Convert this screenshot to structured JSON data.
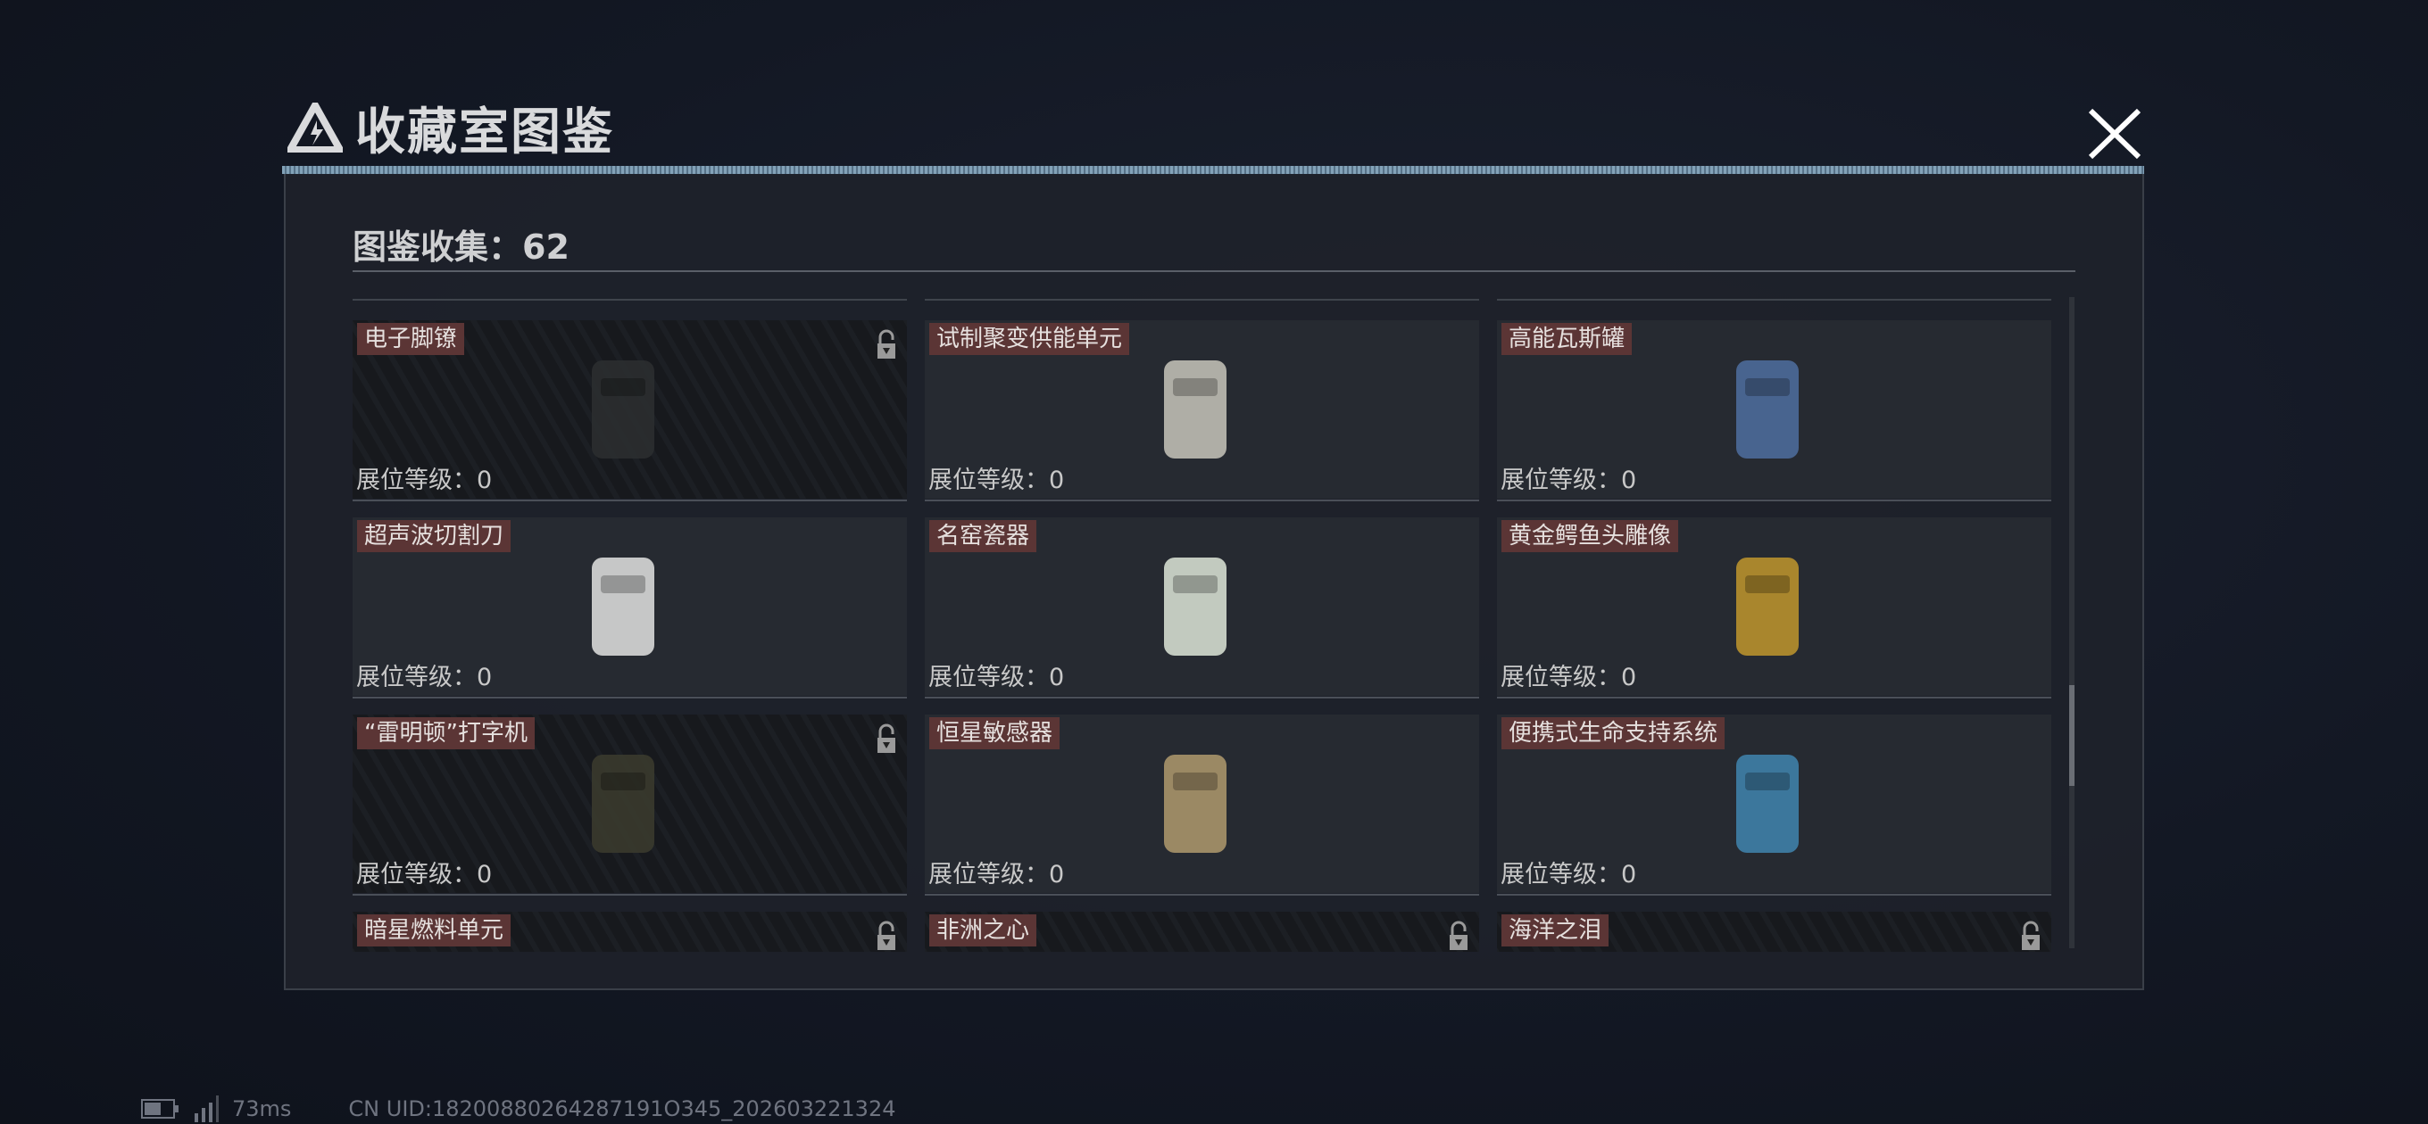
{
  "header": {
    "title": "收藏室图鉴",
    "logo_icon": "triangle-logo-icon",
    "close_icon": "close-icon"
  },
  "collection": {
    "label": "图鉴收集：62"
  },
  "level_label": "展位等级：0",
  "colors": {
    "badge": "#5b3535",
    "accent_bar": "#8fb1c8",
    "panel": "#1e222a"
  },
  "items": [
    {
      "name": "电子脚镣",
      "level": "展位等级：0",
      "locked": true,
      "color": "#2b2d30"
    },
    {
      "name": "试制聚变供能单元",
      "level": "展位等级：0",
      "locked": false,
      "color": "#bfbcb4"
    },
    {
      "name": "高能瓦斯罐",
      "level": "展位等级：0",
      "locked": false,
      "color": "#4d6a9a"
    },
    {
      "name": "超声波切割刀",
      "level": "展位等级：0",
      "locked": false,
      "color": "#d8d8d8"
    },
    {
      "name": "名窑瓷器",
      "level": "展位等级：0",
      "locked": false,
      "color": "#d4dccf"
    },
    {
      "name": "黄金鳄鱼头雕像",
      "level": "展位等级：0",
      "locked": false,
      "color": "#b8902e"
    },
    {
      "name": "“雷明顿”打字机",
      "level": "展位等级：0",
      "locked": true,
      "color": "#3a3a2e"
    },
    {
      "name": "恒星敏感器",
      "level": "展位等级：0",
      "locked": false,
      "color": "#a8946a"
    },
    {
      "name": "便携式生命支持系统",
      "level": "展位等级：0",
      "locked": false,
      "color": "#3f7fa8"
    },
    {
      "name": "暗星燃料单元",
      "level": "",
      "locked": true,
      "color": "#444"
    },
    {
      "name": "非洲之心",
      "level": "",
      "locked": true,
      "color": "#222"
    },
    {
      "name": "海洋之泪",
      "level": "",
      "locked": true,
      "color": "#1f3535"
    }
  ],
  "scrollbar": {
    "position": 0.6
  },
  "status": {
    "ping": "73ms",
    "uid": "CN UID:18200880264287191O345_202603221324"
  }
}
